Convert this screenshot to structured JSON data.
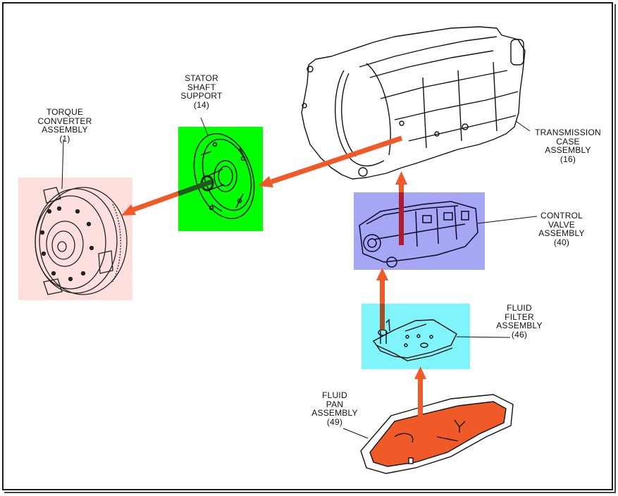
{
  "diagram": {
    "title": "Automatic Transmission Fluid Flow - Component Overview",
    "colors": {
      "torque_converter_highlight": "#fde0de",
      "stator_support_highlight": "#00ff00",
      "control_valve_highlight": "#a6a6f5",
      "fluid_filter_highlight": "#7ff4fb",
      "fluid_pan_fill": "#f05a28",
      "flow_arrow": "#f05a28",
      "frame": "#1a1a1a"
    },
    "components": [
      {
        "id": "torque-converter",
        "lines": [
          "TORQUE",
          "CONVERTER",
          "ASSEMBLY",
          "(1)"
        ],
        "ref": "1"
      },
      {
        "id": "stator-shaft-support",
        "lines": [
          "STATOR",
          "SHAFT",
          "SUPPORT",
          "(14)"
        ],
        "ref": "14"
      },
      {
        "id": "transmission-case",
        "lines": [
          "TRANSMISSION",
          "CASE",
          "ASSEMBLY",
          "(16)"
        ],
        "ref": "16"
      },
      {
        "id": "control-valve",
        "lines": [
          "CONTROL",
          "VALVE",
          "ASSEMBLY",
          "(40)"
        ],
        "ref": "40"
      },
      {
        "id": "fluid-filter",
        "lines": [
          "FLUID",
          "FILTER",
          "ASSEMBLY",
          "(46)"
        ],
        "ref": "46"
      },
      {
        "id": "fluid-pan",
        "lines": [
          "FLUID",
          "PAN",
          "ASSEMBLY",
          "(49)"
        ],
        "ref": "49"
      }
    ],
    "flow": [
      {
        "from": "fluid-pan",
        "to": "fluid-filter"
      },
      {
        "from": "fluid-filter",
        "to": "control-valve"
      },
      {
        "from": "control-valve",
        "to": "transmission-case"
      },
      {
        "from": "transmission-case",
        "to": "stator-shaft-support"
      },
      {
        "from": "stator-shaft-support",
        "to": "torque-converter"
      }
    ]
  }
}
